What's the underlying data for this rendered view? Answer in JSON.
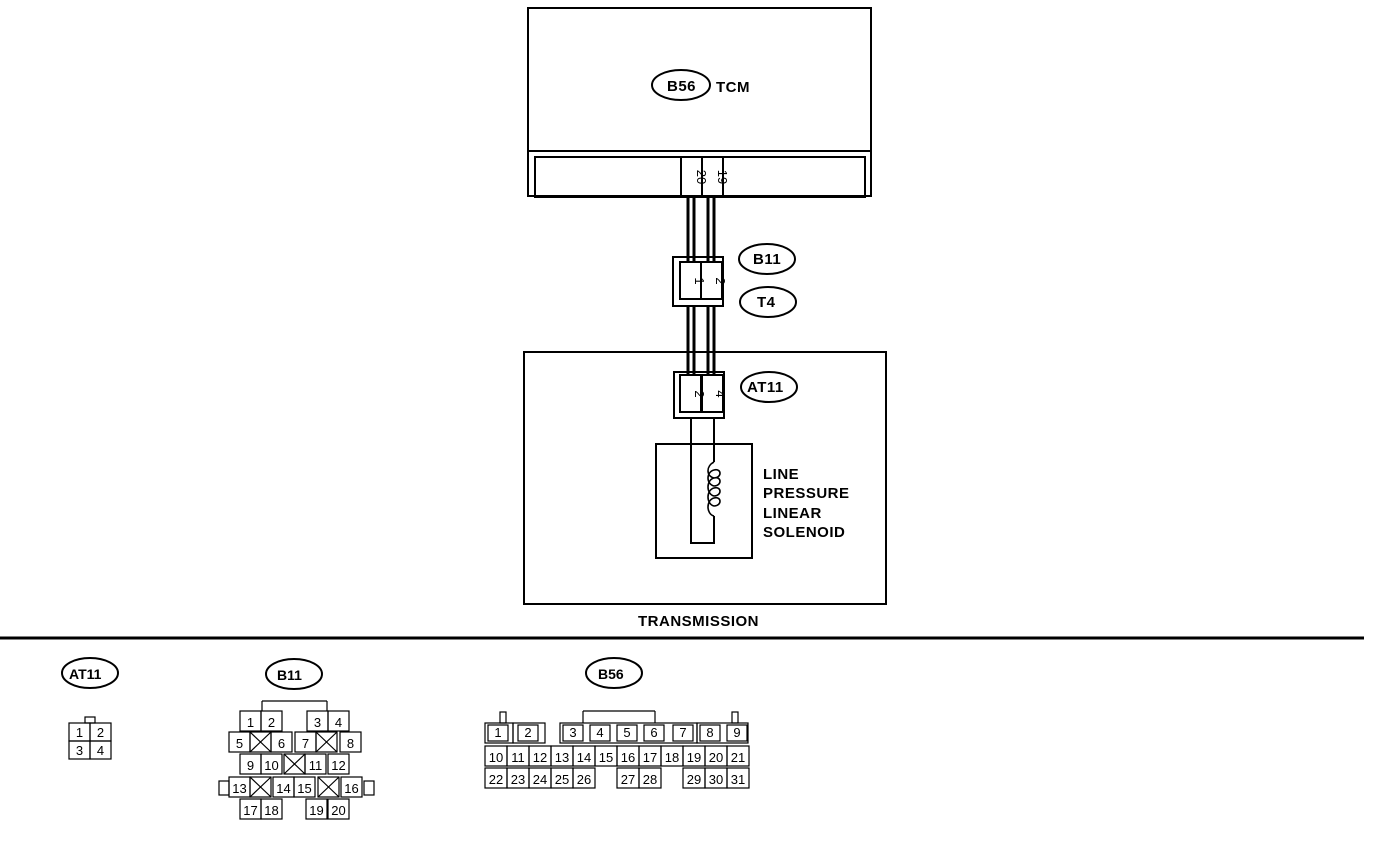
{
  "tcm": {
    "connector": "B56",
    "label": "TCM",
    "pins": [
      "20",
      "19"
    ]
  },
  "harness_connector": {
    "id_top": "B11",
    "id_bottom": "T4",
    "pins": [
      "1",
      "2"
    ]
  },
  "transmission": {
    "label": "TRANSMISSION",
    "connector": "AT11",
    "pins": [
      "2",
      "4"
    ],
    "solenoid_lines": [
      "LINE",
      "PRESSURE",
      "LINEAR",
      "SOLENOID"
    ]
  },
  "connector_views": {
    "at11": {
      "title": "AT11",
      "pins": [
        "1",
        "2",
        "3",
        "4"
      ]
    },
    "b11": {
      "title": "B11",
      "pins": [
        "1",
        "2",
        "3",
        "4",
        "5",
        "6",
        "7",
        "8",
        "9",
        "10",
        "11",
        "12",
        "13",
        "14",
        "15",
        "16",
        "17",
        "18",
        "19",
        "20"
      ]
    },
    "b56": {
      "title": "B56",
      "pins": [
        "1",
        "2",
        "3",
        "4",
        "5",
        "6",
        "7",
        "8",
        "9",
        "10",
        "11",
        "12",
        "13",
        "14",
        "15",
        "16",
        "17",
        "18",
        "19",
        "20",
        "21",
        "22",
        "23",
        "24",
        "25",
        "26",
        "27",
        "28",
        "29",
        "30",
        "31"
      ]
    }
  }
}
